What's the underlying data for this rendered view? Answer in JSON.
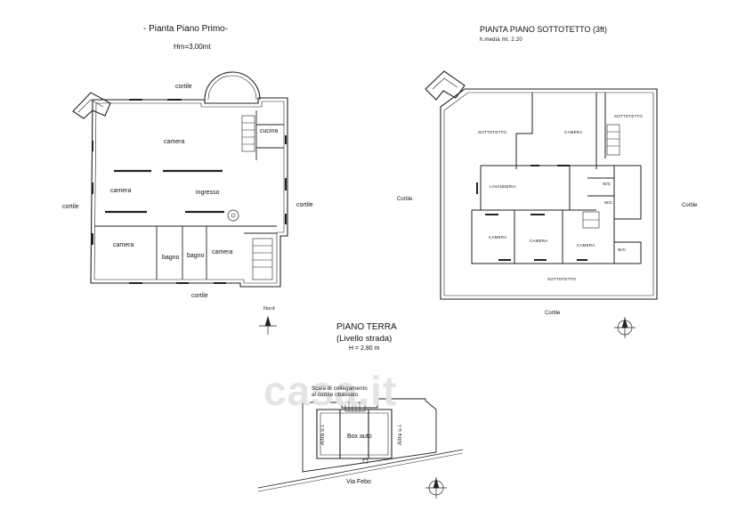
{
  "watermark": "casa.it",
  "plan_first_floor": {
    "title": "- Pianta Piano Primo-",
    "height": "Hm=3,00mt",
    "rooms": {
      "camera_top": "camera",
      "cucina": "cucina",
      "camera_left": "camera",
      "ingresso": "ingresso",
      "camera_bottom_left": "camera",
      "bagno_1": "bagno",
      "bagno_2": "bagno",
      "camera_bottom_right": "camera"
    },
    "exterior": {
      "cortile_top": "cortile",
      "cortile_left": "cortile",
      "cortile_right": "cortile",
      "cortile_bottom": "cortile"
    },
    "north": "Nord"
  },
  "plan_attic": {
    "title": "PIANTA PIANO SOTTOTETTO (3ft)",
    "height": "h.media mt. 2.20",
    "rooms": {
      "sottotetto_left": "SOTTOTETTO",
      "camera_top": "CAMERA",
      "sottotetto_right": "SOTTOTETTO",
      "lavanderia": "LAVANDERIA",
      "wc_1": "W/C",
      "wc_2": "W/C",
      "camera_1": "CAMERA",
      "camera_2": "CAMERA",
      "camera_3": "CAMERA",
      "wc_3": "W/C",
      "sottotetto_bottom": "SOTTOTETTO"
    },
    "exterior": {
      "cortile_left": "Cortile",
      "cortile_right": "Cortile",
      "cortile_bottom": "Cortile"
    }
  },
  "plan_ground": {
    "title": "PIANO TERRA",
    "subtitle": "(Livello strada)",
    "height": "H = 2,80 m",
    "note_line1": "Scala di collegamento",
    "note_line2": "al cortile ribassato",
    "rooms": {
      "box": "Box auto",
      "altra_left": "Altra u.i.",
      "altra_right": "Altra u.i."
    },
    "street": "Via  Febo"
  }
}
